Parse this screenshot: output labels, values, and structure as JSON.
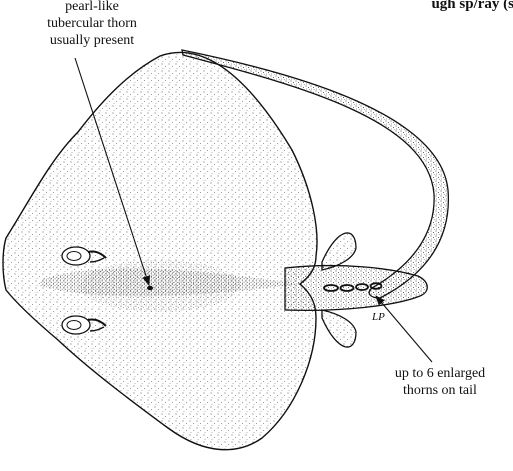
{
  "heading_fragment": "ugh sp/ray (s)",
  "annotations": {
    "thorn_label_lines": [
      "pearl-like",
      "tubercular thorn",
      "usually present"
    ],
    "tail_label_lines": [
      "up to 6 enlarged",
      "thorns on tail"
    ]
  },
  "artist_mark": "LP",
  "colors": {
    "ink": "#111111",
    "background": "#ffffff"
  }
}
